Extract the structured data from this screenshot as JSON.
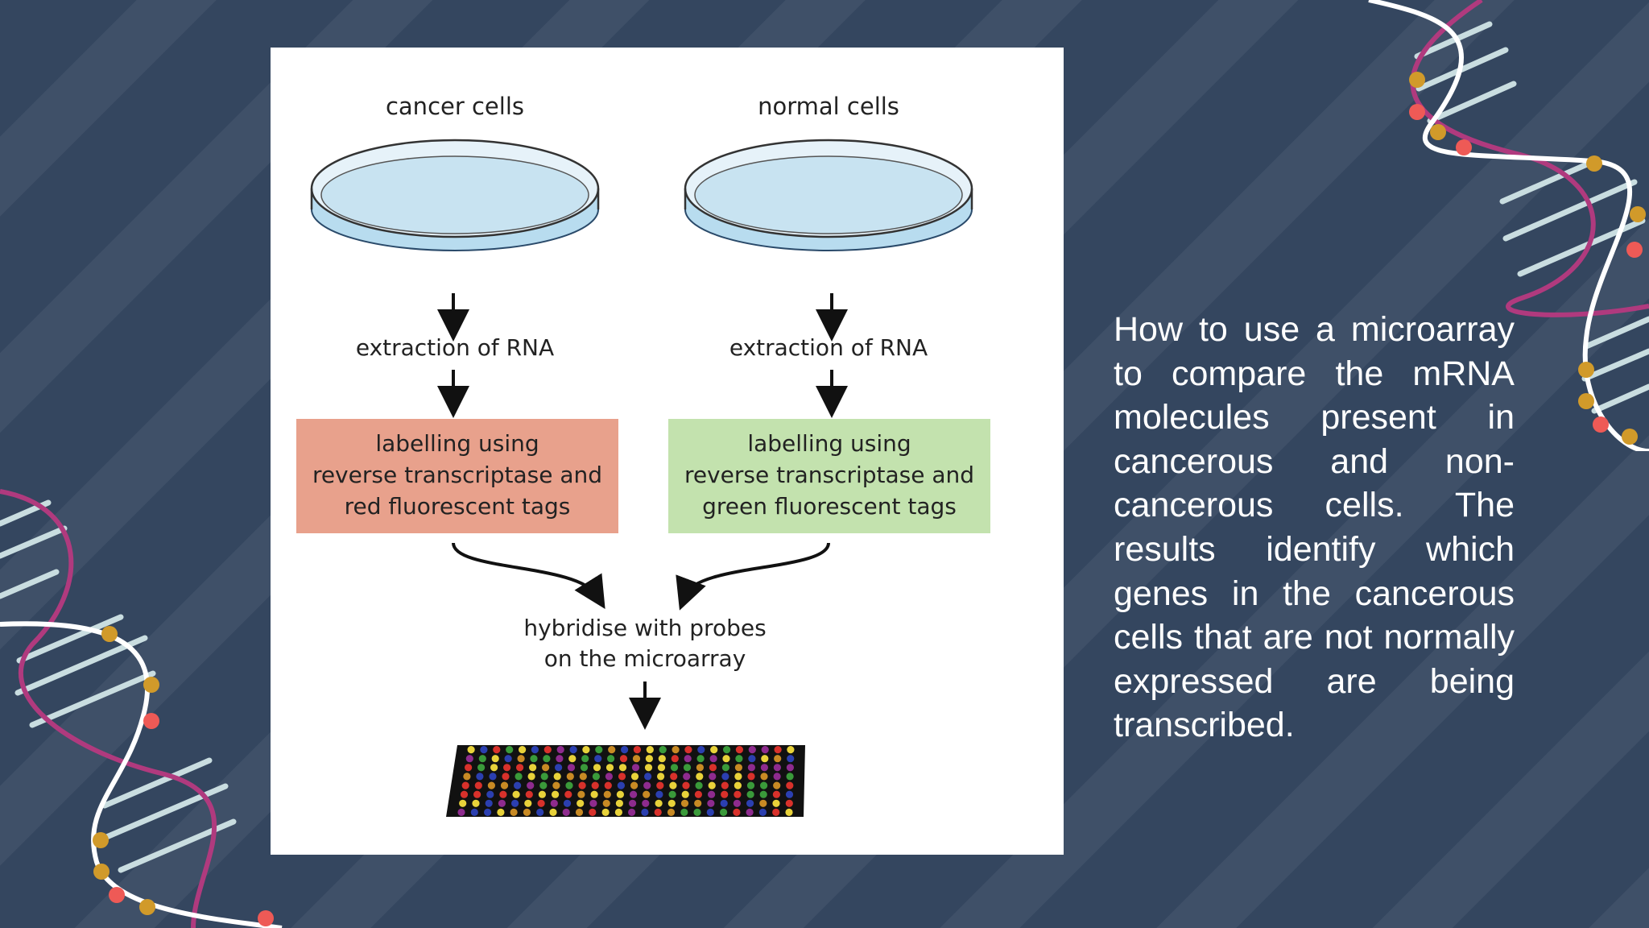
{
  "diagram": {
    "left_column": {
      "title": "cancer cells",
      "step1": "extraction of RNA",
      "box": [
        "labelling using",
        "reverse transcriptase and",
        "red fluorescent tags"
      ],
      "box_color": "#e8a18c"
    },
    "right_column": {
      "title": "normal cells",
      "step1": "extraction of RNA",
      "box": [
        "labelling using",
        "reverse transcriptase and",
        "green fluorescent tags"
      ],
      "box_color": "#c3e2ae"
    },
    "merge": [
      "hybridise with probes",
      "on the microarray"
    ],
    "microarray_colors": [
      "#d8312b",
      "#3a9a3a",
      "#e8d23a",
      "#2b3fb0",
      "#c88a24",
      "#8e2b8e"
    ]
  },
  "description": "How to use a microarray to compare the mRNA molecules present in cancerous and non-cancerous cells. The results identify which genes in the cancerous cells that are not normally expressed are being transcribed.",
  "colors": {
    "background": "#34465f",
    "helix_strand": "#b03a7e",
    "helix_rung": "#c9dde0",
    "dot_gold": "#d19a2a",
    "dot_red": "#ee5a56"
  }
}
